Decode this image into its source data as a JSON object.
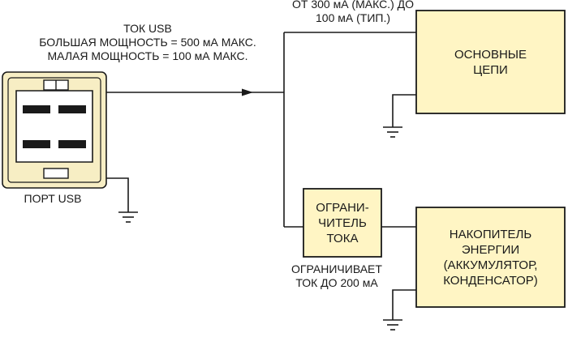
{
  "diagram": {
    "colors": {
      "box_fill": "#fff5c4",
      "line": "#1a1a1a",
      "port_fill": "#f7eec4"
    },
    "usb_current": {
      "line1": "ТОК USB",
      "line2": "БОЛЬШАЯ МОЩНОСТЬ = 500 мА МАКС.",
      "line3": "МАЛАЯ МОЩНОСТЬ = 100 мА МАКС."
    },
    "main_current": {
      "line1": "ОТ 300 мА (МАКС.) ДО",
      "line2": "100 мА (ТИП.)"
    },
    "usb_port_label": "ПОРТ USB",
    "main_circuits": {
      "line1": "ОСНОВНЫЕ",
      "line2": "ЦЕПИ"
    },
    "current_limiter": {
      "line1": "ОГРАНИ-",
      "line2": "ЧИТЕЛЬ",
      "line3": "ТОКА"
    },
    "limit_note": {
      "line1": "ОГРАНИЧИВАЕТ",
      "line2": "ТОК ДО 200 мА"
    },
    "energy_storage": {
      "line1": "НАКОПИТЕЛЬ",
      "line2": "ЭНЕРГИИ",
      "line3": "(АККУМУЛЯТОР,",
      "line4": "КОНДЕНСАТОР)"
    }
  }
}
